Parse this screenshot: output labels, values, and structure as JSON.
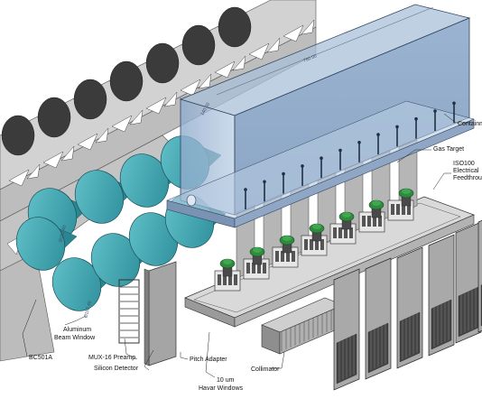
{
  "labels": {
    "container": "Containm",
    "gas_target": "Gas Target",
    "iso100_line1": "ISO100",
    "iso100_line2": "Electrical",
    "iso100_line3": "Feedthrou",
    "aluminum_line1": "Aluminum",
    "aluminum_line2": "Beam Window",
    "bc501a": "BC501A",
    "mux16": "MUX-16 Preamp",
    "silicon": "Silicon Detector",
    "pitch": "Pitch Adapter",
    "havar_line1": "10 um",
    "havar_line2": "Havar Windows",
    "collimator": "Collimator"
  },
  "dimensions": {
    "container_length": "760.00",
    "container_width": "140.00",
    "cylinder_diameter": "Ø152.40"
  },
  "colors": {
    "container_blue": "#6f8fb4",
    "cylinder_teal": "#39a6b1",
    "frame_gray": "#c9c9c9",
    "frame_dark": "#3a3a3a",
    "preamp_green": "#2f8a3c",
    "panel_gray": "#9b9b9b"
  },
  "counts": {
    "preamps": 7,
    "detector_cylinders": 9,
    "collimator_panels": 6
  }
}
